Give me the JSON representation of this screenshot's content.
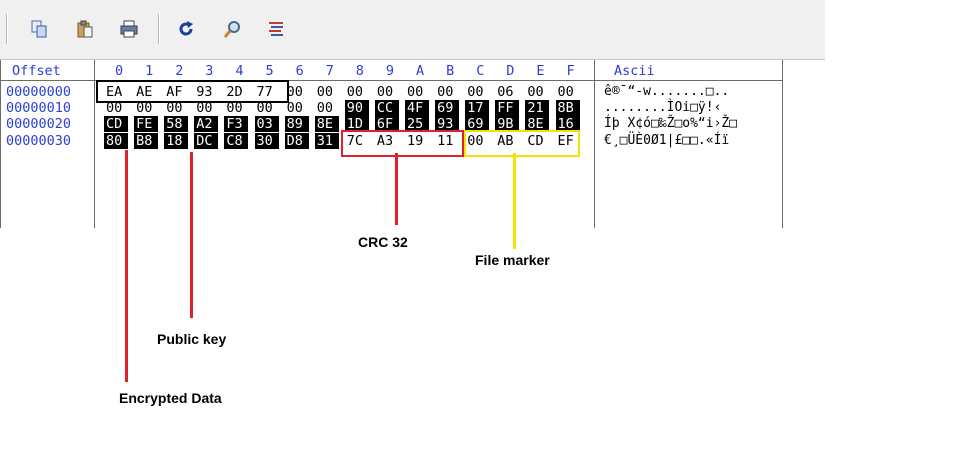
{
  "toolbar": {
    "buttons": [
      {
        "icon": "copy-icon"
      },
      {
        "icon": "paste-icon"
      },
      {
        "icon": "print-icon"
      },
      {
        "icon": "refresh-icon"
      },
      {
        "icon": "search-icon"
      },
      {
        "icon": "list-icon"
      }
    ]
  },
  "header": {
    "offset_label": "Offset",
    "columns": [
      "0",
      "1",
      "2",
      "3",
      "4",
      "5",
      "6",
      "7",
      "8",
      "9",
      "A",
      "B",
      "C",
      "D",
      "E",
      "F"
    ],
    "ascii_label": "Ascii"
  },
  "rows": [
    {
      "offset": "00000000",
      "bytes": [
        "EA",
        "AE",
        "AF",
        "93",
        "2D",
        "77",
        "00",
        "00",
        "00",
        "00",
        "00",
        "00",
        "00",
        "06",
        "00",
        "00"
      ]
    },
    {
      "offset": "00000010",
      "bytes": [
        "00",
        "00",
        "00",
        "00",
        "00",
        "00",
        "00",
        "00",
        "90",
        "CC",
        "4F",
        "69",
        "17",
        "FF",
        "21",
        "8B"
      ]
    },
    {
      "offset": "00000020",
      "bytes": [
        "CD",
        "FE",
        "58",
        "A2",
        "F3",
        "03",
        "89",
        "8E",
        "1D",
        "6F",
        "25",
        "93",
        "69",
        "9B",
        "8E",
        "16"
      ]
    },
    {
      "offset": "00000030",
      "bytes": [
        "80",
        "B8",
        "18",
        "DC",
        "C8",
        "30",
        "D8",
        "31",
        "7C",
        "A3",
        "19",
        "11",
        "00",
        "AB",
        "CD",
        "EF"
      ]
    }
  ],
  "ascii": [
    "ê®¯“-w.......□..",
    "........ÌOi□ÿ!‹",
    "Íþ X¢ó□‰Ž□o%“i›Ž□",
    "€¸□ÜÈ0Ø1|£□□.«Íï"
  ],
  "annotations": {
    "crc32": "CRC 32",
    "file_marker": "File marker",
    "public_key": "Public key",
    "encrypted_data": "Encrypted Data"
  },
  "colors": {
    "header_blue": "#2b3fd6",
    "annotation_red": "#e0202a",
    "annotation_yellow": "#f4e300"
  }
}
